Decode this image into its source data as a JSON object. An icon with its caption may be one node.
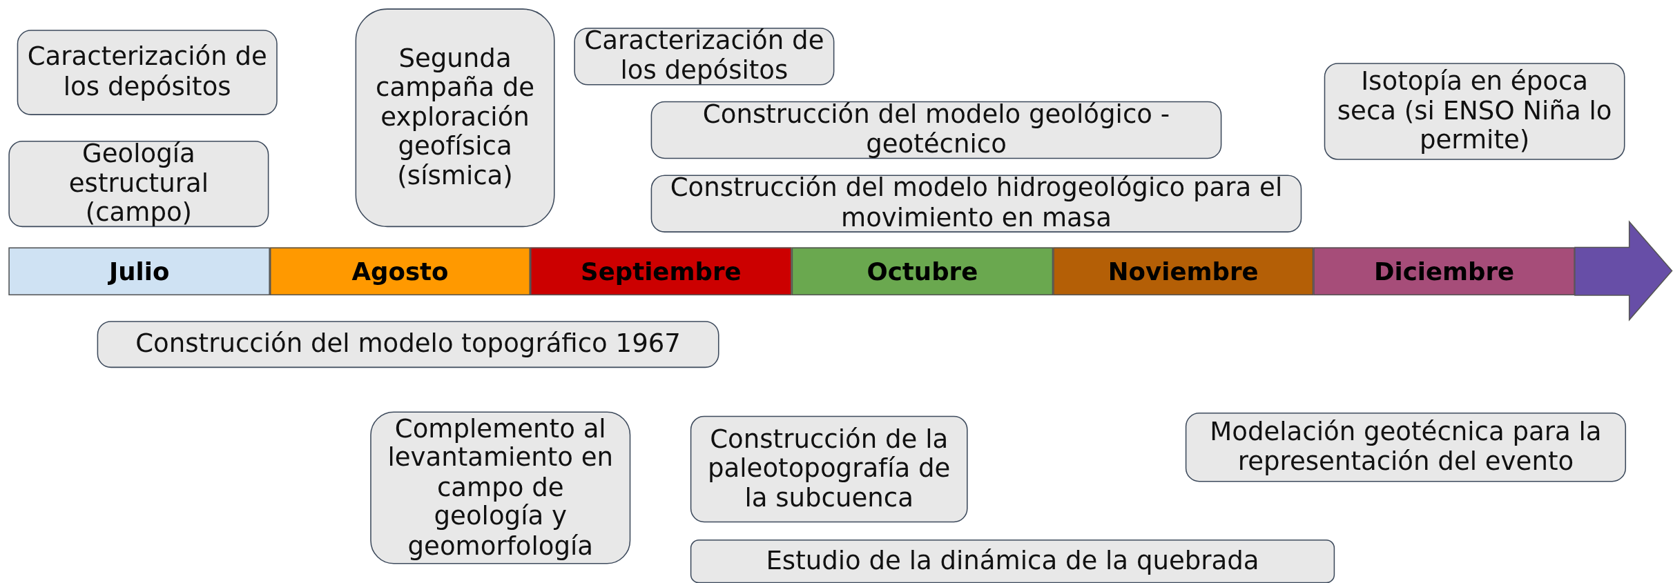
{
  "diagram": {
    "nodes": [
      {
        "text": [
          "Caracterización de los depósitos"
        ]
      },
      {
        "text": [
          "Geología estructural (campo)"
        ]
      },
      {
        "text": [
          "Segunda campaña de exploración geofísica (sísmica)"
        ]
      },
      {
        "text": [
          "Caracterización de los depósitos"
        ]
      },
      {
        "text": [
          "Construcción del modelo geológico - geotécnico"
        ]
      },
      {
        "text": [
          "Construcción del modelo hidrogeológico para el movimiento en masa"
        ]
      },
      {
        "text": [
          "Isotopía en época seca (si ENSO Niña lo permite)"
        ]
      },
      {
        "text": [
          "Julio"
        ]
      },
      {
        "text": [
          "Agosto"
        ]
      },
      {
        "text": [
          "Septiembre"
        ]
      },
      {
        "text": [
          "Octubre"
        ]
      },
      {
        "text": [
          "Noviembre"
        ]
      },
      {
        "text": [
          "Diciembre"
        ]
      },
      {
        "text": [
          "Construcción del modelo topográfico 1967"
        ]
      },
      {
        "text": [
          "Complemento al levantamiento en campo de geología y geomorfología"
        ]
      },
      {
        "text": [
          "Construcción de la paleotopografía de la subcuenca"
        ]
      },
      {
        "text": [
          "Modelación geotécnica para la representación del evento"
        ]
      },
      {
        "text": [
          "Estudio de la dinámica de la quebrada"
        ]
      }
    ]
  }
}
